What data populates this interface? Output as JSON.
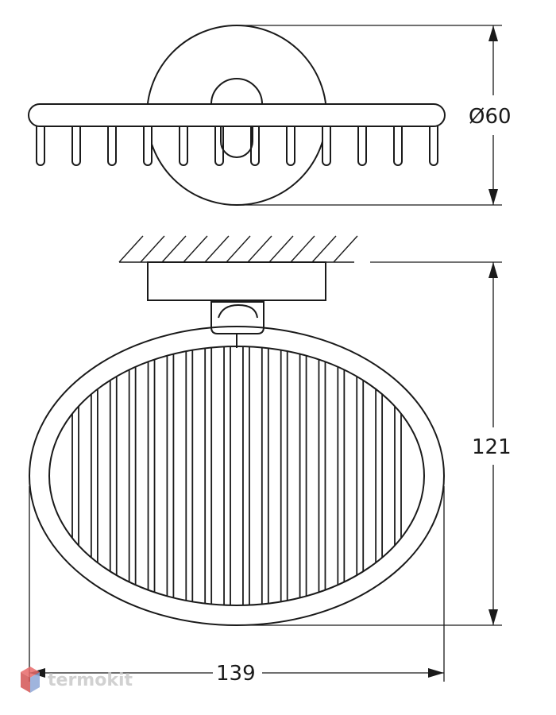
{
  "dimensions": {
    "diameter": {
      "label": "Ø60"
    },
    "height": {
      "label": "121"
    },
    "width": {
      "label": "139"
    }
  },
  "watermark": {
    "text": "termokit",
    "color": "#c9c9c9"
  },
  "colors": {
    "line": "#1a1a1a",
    "watermark_logo_red": "#e86a6a",
    "watermark_logo_blue": "#8fa8d8"
  },
  "top_view": {
    "hook_count": 12
  },
  "front_view": {
    "wire_count": 18
  }
}
